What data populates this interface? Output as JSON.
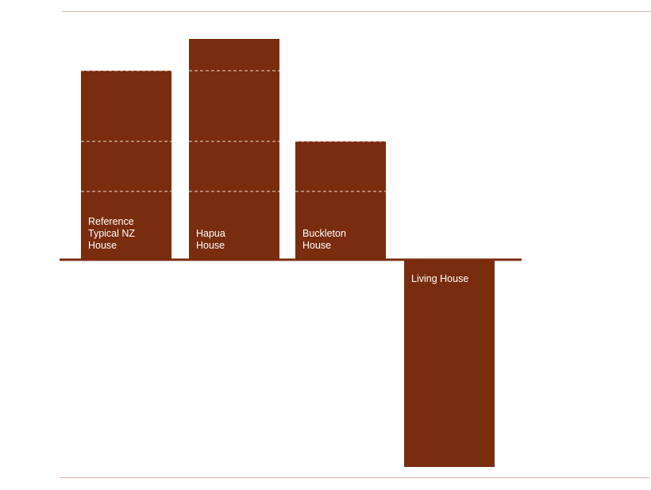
{
  "chart_data": {
    "type": "bar",
    "title": "",
    "xlabel": "",
    "ylabel": "",
    "categories": [
      [
        "Reference",
        "Typical NZ",
        "House"
      ],
      [
        "Hapua",
        "House"
      ],
      [
        "Buckleton",
        "House"
      ],
      [
        "Living House"
      ]
    ],
    "values": [
      238,
      278,
      149,
      -261
    ],
    "ylim": [
      -275,
      312
    ],
    "segment_levels": [
      86,
      149,
      238
    ],
    "grid": false,
    "legend": "none",
    "colors": {
      "bar": "#7a2c0e",
      "segment_divider": "#f3d8cc",
      "frame_rule": "#d9b2a6",
      "zero_line": "#7a2c0e"
    }
  }
}
